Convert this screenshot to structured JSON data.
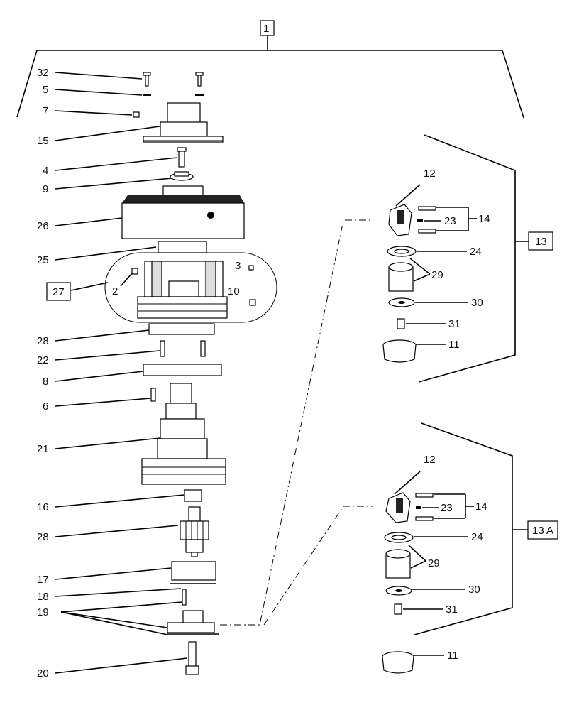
{
  "boxes": {
    "assembly": "1",
    "subassembly": "27",
    "kit_a": "13",
    "kit_b": "13 A"
  },
  "left_labels": {
    "l32": "32",
    "l5": "5",
    "l7": "7",
    "l15": "15",
    "l4": "4",
    "l9": "9",
    "l26": "26",
    "l25": "25",
    "l2": "2",
    "l3": "3",
    "l10": "10",
    "l28a": "28",
    "l22": "22",
    "l8": "8",
    "l6": "6",
    "l21": "21",
    "l16": "16",
    "l28b": "28",
    "l17": "17",
    "l18": "18",
    "l19": "19",
    "l20": "20"
  },
  "kit_a_labels": {
    "l12": "12",
    "l14": "14",
    "l23": "23",
    "l24": "24",
    "l29": "29",
    "l30": "30",
    "l31": "31",
    "l11": "11"
  },
  "kit_b_labels": {
    "l12": "12",
    "l14": "14",
    "l23": "23",
    "l24": "24",
    "l29": "29",
    "l30": "30",
    "l31": "31",
    "l11": "11"
  }
}
